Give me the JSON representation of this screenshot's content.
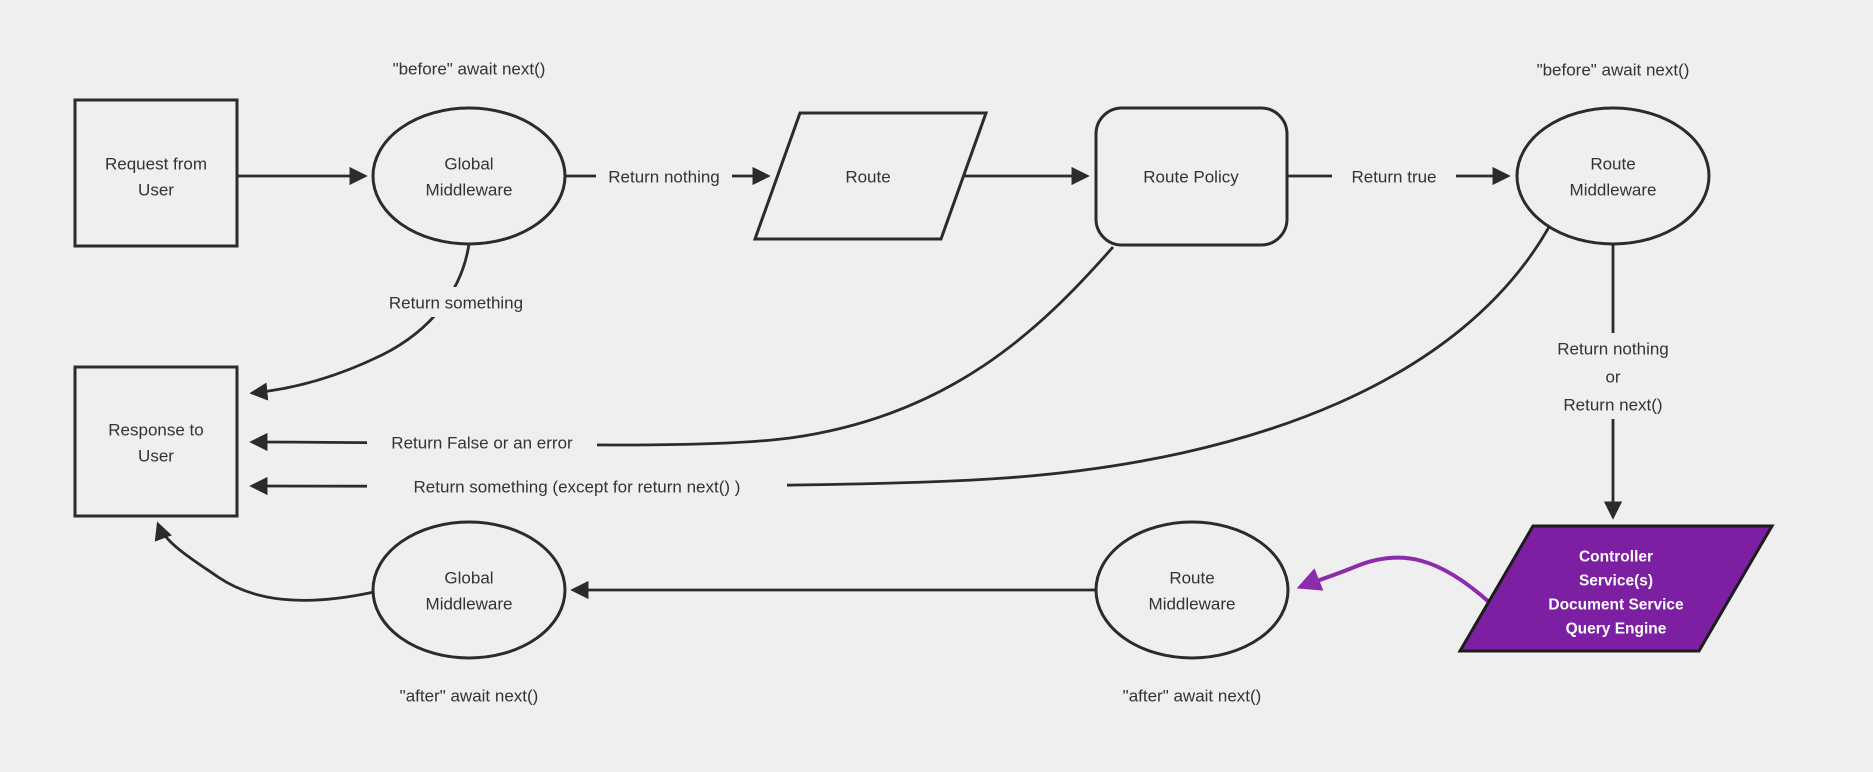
{
  "diagram": {
    "title": "Request / middleware lifecycle flowchart",
    "colors": {
      "background": "#efefef",
      "line": "#2b2b2b",
      "text": "#333333",
      "highlight_fill": "#7c1fa2",
      "highlight_arrow": "#8d2bad",
      "highlight_text": "#ffffff"
    },
    "nodes": {
      "request": {
        "shape": "rectangle",
        "lines": [
          "Request from",
          "User"
        ]
      },
      "global_middleware_top": {
        "shape": "ellipse",
        "lines": [
          "Global",
          "Middleware"
        ]
      },
      "route": {
        "shape": "parallelogram",
        "lines": [
          "Route"
        ]
      },
      "route_policy": {
        "shape": "rounded-rectangle",
        "lines": [
          "Route Policy"
        ]
      },
      "route_middleware_top": {
        "shape": "ellipse",
        "lines": [
          "Route",
          "Middleware"
        ]
      },
      "response": {
        "shape": "rectangle",
        "lines": [
          "Response to",
          "User"
        ]
      },
      "global_middleware_bottom": {
        "shape": "ellipse",
        "lines": [
          "Global",
          "Middleware"
        ]
      },
      "route_middleware_bottom": {
        "shape": "ellipse",
        "lines": [
          "Route",
          "Middleware"
        ]
      },
      "controller": {
        "shape": "parallelogram",
        "lines": [
          "Controller",
          "Service(s)",
          "Document Service",
          "Query Engine"
        ]
      }
    },
    "annotations": {
      "before_await_left": "\"before\" await next()",
      "before_await_right": "\"before\" await next()",
      "after_await_left": "\"after\" await next()",
      "after_await_right": "\"after\" await next()"
    },
    "edge_labels": {
      "return_nothing": "Return nothing",
      "return_true": "Return true",
      "return_something": "Return something",
      "return_false_or_error": "Return False or an error",
      "return_something_except": "Return something (except for return next() )",
      "return_nothing_or": [
        "Return nothing",
        "or",
        "Return next()"
      ]
    }
  }
}
